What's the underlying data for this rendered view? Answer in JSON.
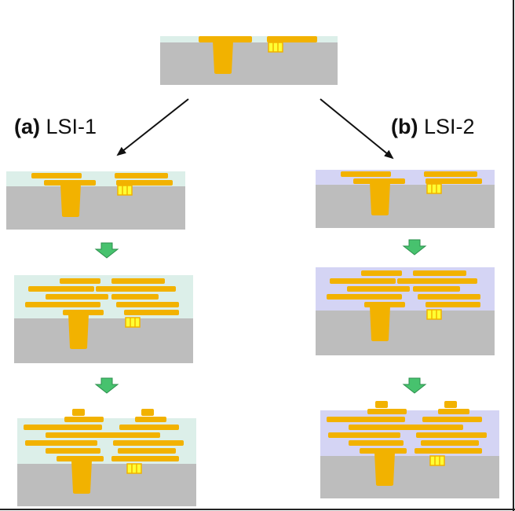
{
  "labels": {
    "a_prefix": "(a)",
    "a_name": "LSI-1",
    "b_prefix": "(b)",
    "b_name": "LSI-2"
  },
  "colors": {
    "substrate": "#bdbdbd",
    "oxide": "#dcefe9",
    "low_k": "#d4d4f4",
    "metal": "#f2b200",
    "contact": "#ffff33",
    "arrow": "#111111",
    "step_arrow": "#47c26e",
    "step_arrow_edge": "#2e8f4e"
  },
  "diagram": {
    "start_panel": "front-end substrate with contact and transistor region",
    "branches": [
      {
        "id": "a",
        "dielectric": "oxide",
        "steps": 3
      },
      {
        "id": "b",
        "dielectric": "low_k",
        "steps": 3
      }
    ]
  }
}
